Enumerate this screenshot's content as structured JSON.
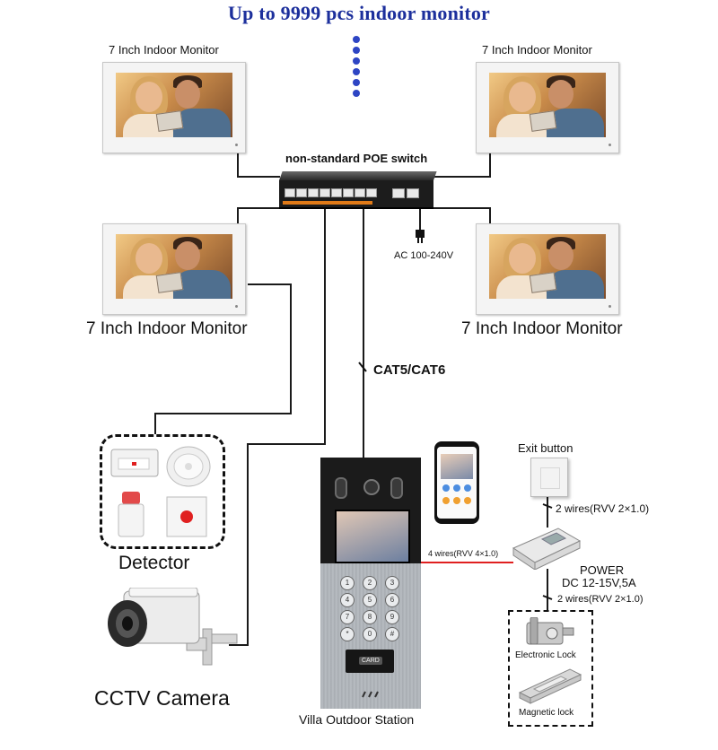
{
  "title": "Up to 9999 pcs indoor monitor",
  "monitors": {
    "top_left_label": "7 Inch Indoor Monitor",
    "top_right_label": "7 Inch Indoor Monitor",
    "bottom_left_label": "7 Inch Indoor Monitor",
    "bottom_right_label": "7 Inch Indoor Monitor"
  },
  "switch": {
    "label": "non-standard POE switch",
    "power_label": "AC 100-240V"
  },
  "cable_label": "CAT5/CAT6",
  "detector_label": "Detector",
  "cctv_label": "CCTV Camera",
  "station": {
    "label": "Villa Outdoor Station",
    "keys": [
      "1",
      "2",
      "3",
      "4",
      "5",
      "6",
      "7",
      "8",
      "9",
      "*",
      "0",
      "#"
    ],
    "card_text": "CARD"
  },
  "exit_button_label": "Exit button",
  "power": {
    "title": "POWER",
    "spec": "DC 12-15V,5A"
  },
  "wires": {
    "exit_to_power": "2 wires(RVV 2×1.0)",
    "station_to_power": "4 wires(RVV 4×1.0)",
    "power_to_lock": "2 wires(RVV 2×1.0)"
  },
  "locks": {
    "electronic": "Electronic Lock",
    "magnetic": "Magnetic lock"
  },
  "colors": {
    "title": "#1c2f9c",
    "dots": "#2d45c4",
    "red_wire": "#e02020",
    "switch_accent": "#e07a18"
  },
  "icons": [
    "indoor-monitor",
    "poe-switch",
    "power-plug",
    "smoke-detector",
    "door-sensor",
    "alarm-siren",
    "emergency-button",
    "cctv-camera",
    "outdoor-station",
    "smartphone",
    "exit-button",
    "power-supply",
    "electronic-lock",
    "magnetic-lock"
  ]
}
